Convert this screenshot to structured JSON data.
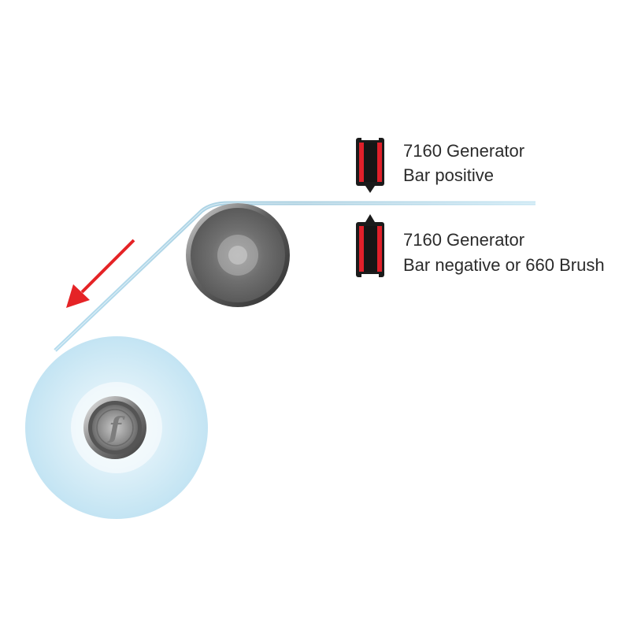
{
  "labels": {
    "top_line1": "7160 Generator",
    "top_line2": "Bar positive",
    "bottom_line1": "7160 Generator",
    "bottom_line2": "Bar negative or 660 Brush"
  },
  "icons": {
    "core_logo": "f",
    "arrow": "arrow-down-left-icon"
  },
  "colors": {
    "web": "#bfe2f1",
    "roll": "#cdeaf6",
    "bar_body": "#1b1b1b",
    "bar_accent": "#e0202a",
    "arrow": "#e52326",
    "text": "#2b2b2b"
  }
}
